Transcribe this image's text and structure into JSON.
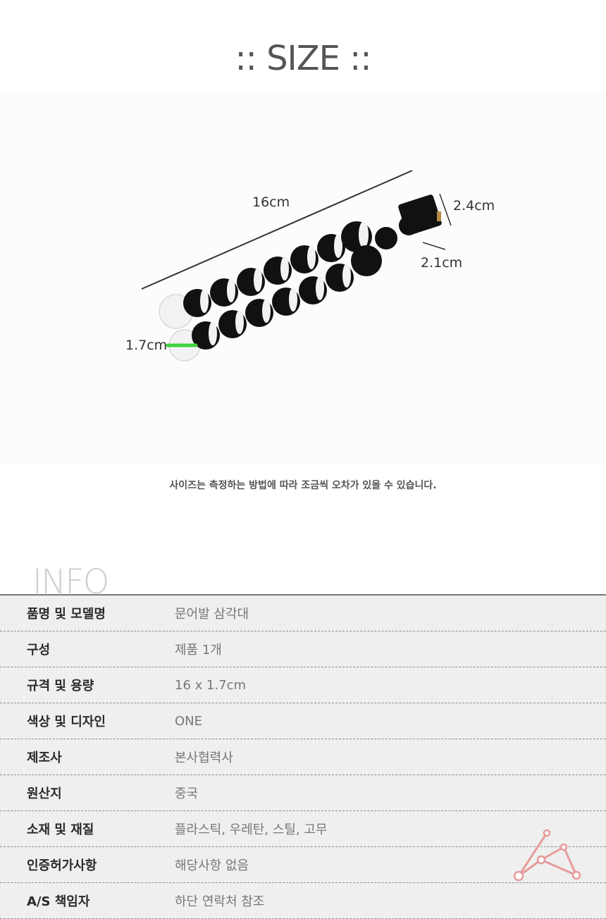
{
  "title": ":: SIZE ::",
  "dimensions": {
    "length": "16cm",
    "height": "2.4cm",
    "width": "2.1cm",
    "ball": "1.7cm"
  },
  "note": "사이즈는 측정하는 방법에 따라 조금씩 오차가 있을 수 있습니다.",
  "info": {
    "heading": "INFO",
    "rows": [
      {
        "label": "품명 및 모델명",
        "value": "문어발 삼각대"
      },
      {
        "label": "구성",
        "value": "제품 1개"
      },
      {
        "label": "규격 및 용량",
        "value": "16 x 1.7cm"
      },
      {
        "label": "색상 및 디자인",
        "value": "ONE"
      },
      {
        "label": "제조사",
        "value": "본사협력사"
      },
      {
        "label": "원산지",
        "value": "중국"
      },
      {
        "label": "소재 및 재질",
        "value": "플라스틱, 우레탄, 스틸, 고무"
      },
      {
        "label": "인증허가사항",
        "value": "해당사항  없음"
      },
      {
        "label": "A/S 책임자",
        "value": "하단 연락처 참조"
      }
    ]
  },
  "colors": {
    "marker": "#3fd13f",
    "logo": "#e79a9a"
  }
}
